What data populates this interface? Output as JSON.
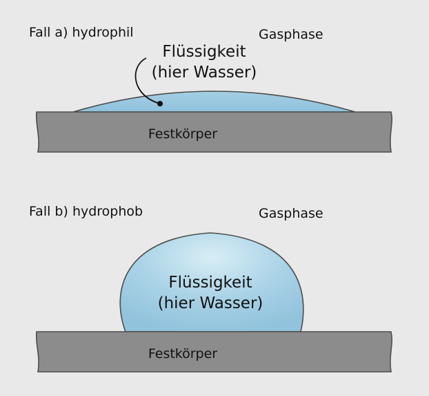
{
  "case_a": {
    "title": "Fall a) hydrophil",
    "gas_label": "Gasphase",
    "liquid_line1": "Flüssigkeit",
    "liquid_line2": "(hier Wasser)",
    "solid_label": "Festkörper"
  },
  "case_b": {
    "title": "Fall b) hydrophob",
    "gas_label": "Gasphase",
    "liquid_line1": "Flüssigkeit",
    "liquid_line2": "(hier Wasser)",
    "solid_label": "Festkörper"
  },
  "colors": {
    "background": "#e9e9e9",
    "solid_fill": "#8c8c8c",
    "liquid_fill": "#9ecae1",
    "outline": "#4d4d4d"
  }
}
